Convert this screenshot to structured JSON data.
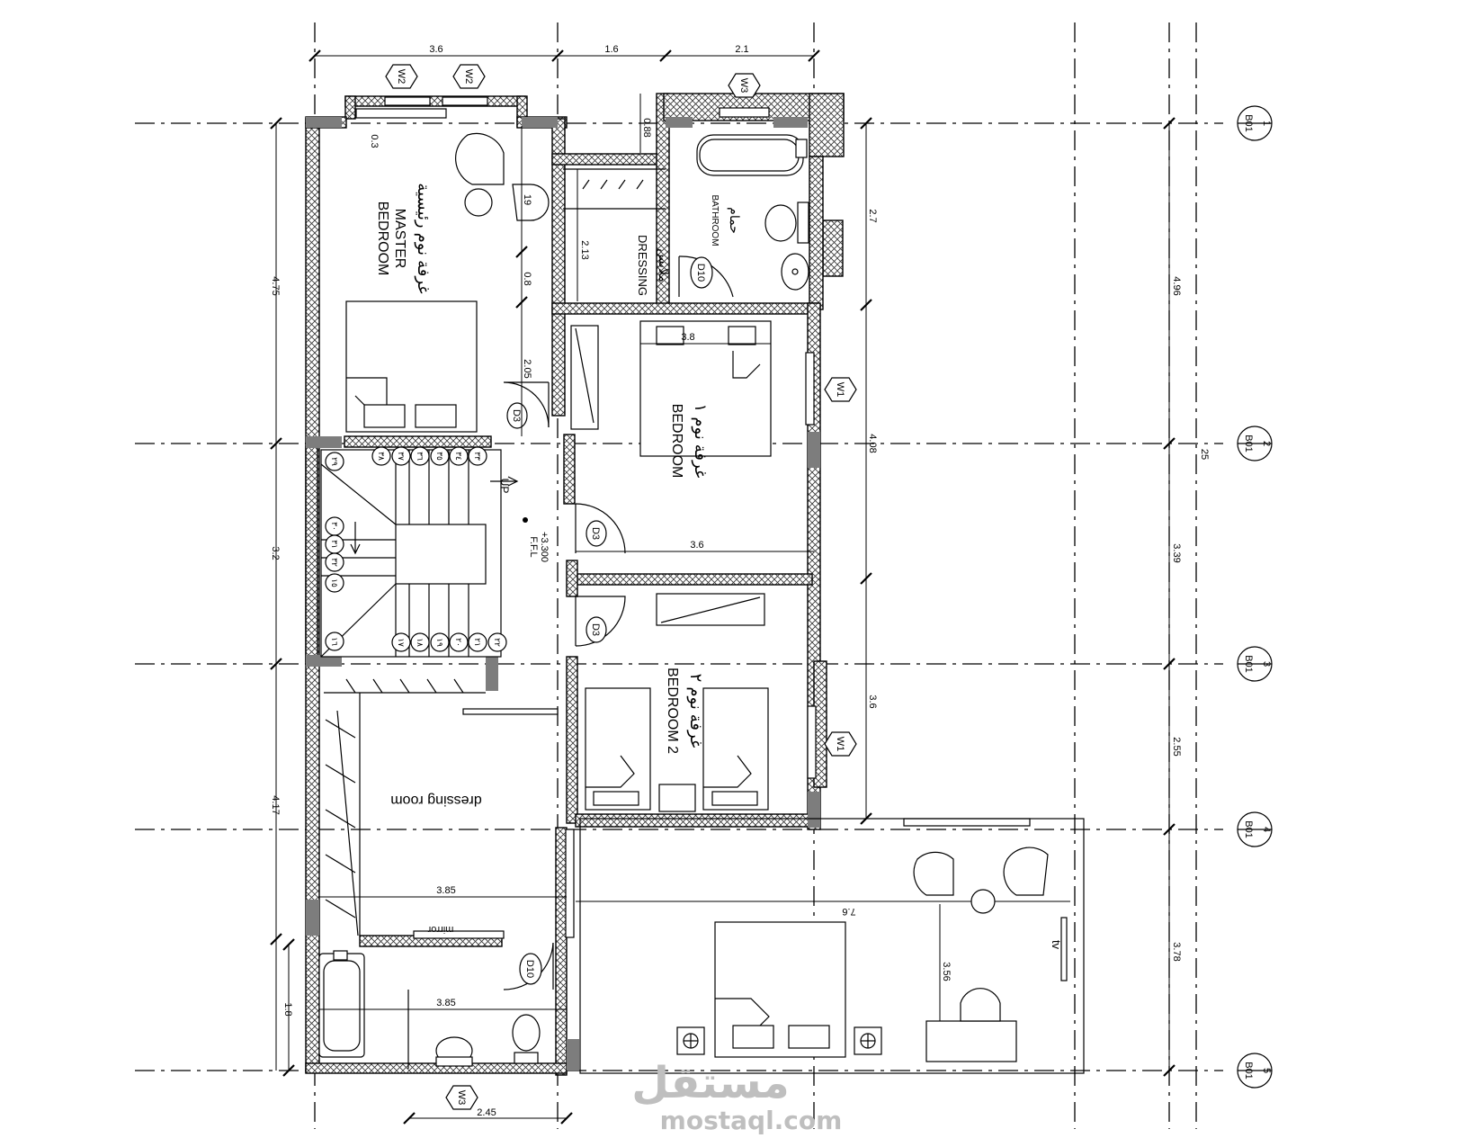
{
  "grid_bubbles": [
    {
      "num": "1",
      "ref": "B01"
    },
    {
      "num": "2",
      "ref": "B01"
    },
    {
      "num": "3",
      "ref": "B01"
    },
    {
      "num": "4",
      "ref": "B01"
    },
    {
      "num": "5",
      "ref": "B01"
    }
  ],
  "top_dims": [
    "3.6",
    "1.6",
    "2.1"
  ],
  "bottom_dim": "2.45",
  "left_dims": [
    "4.75",
    "3.2",
    "4.17",
    "1.8"
  ],
  "right_inner_dims": [
    "2.7",
    "4.08",
    "3.6"
  ],
  "right_outer_dims": [
    "4.96",
    "3.39",
    "2.55",
    "3.78"
  ],
  "total_dim": "25",
  "interior_dims": {
    "master_small": "0.3",
    "master_19": "19",
    "master_08": "0.8",
    "master_205": "2.05",
    "corridor_088": "0.88",
    "dressing_213": "2.13",
    "bedroom1_width": "3.8",
    "bedroom_span": "3.6",
    "dressing_room_width": "3.85",
    "bath2_width": "3.85",
    "terrace_length": "7.6",
    "terrace_depth": "3.56"
  },
  "windows": {
    "w1": "W1",
    "w2": "W2",
    "w3": "W3"
  },
  "doors": {
    "d3": "D3",
    "d10": "D10"
  },
  "rooms": {
    "master_ar": "غرفة نوم رئيسية",
    "master_line1": "MASTER",
    "master_line2": "BEDROOM",
    "bath_ar": "حمام",
    "bath_en": "BATHROOM",
    "dress_ar": "ملابس",
    "dress_en": "DRESSING",
    "bed1_ar": "غرفة نوم ١",
    "bed1_en": "BEDROOM",
    "bed2_ar": "غرفة نوم ٢",
    "bed2_en": "BEDROOM 2",
    "dressing_room": "dressing room",
    "mirror": "mirror",
    "tv": "tv"
  },
  "stair": {
    "up": "UP",
    "level": "+3.300",
    "ffl": "F.F.L",
    "steps_top": [
      "٣٣",
      "٣٤",
      "٣٥",
      "٣٦",
      "٣٧",
      "٣٨"
    ],
    "step_29": "٢٩",
    "steps_landing": [
      "٣٠",
      "٣١",
      "٣٢"
    ],
    "step_15": "١٥",
    "step_16": "١٦",
    "steps_bottom": [
      "١٧",
      "١٨",
      "١٩",
      "٢٠",
      "٢١",
      "٢٢"
    ]
  },
  "watermark": {
    "logo": "مستقل",
    "url": "mostaql.com"
  }
}
